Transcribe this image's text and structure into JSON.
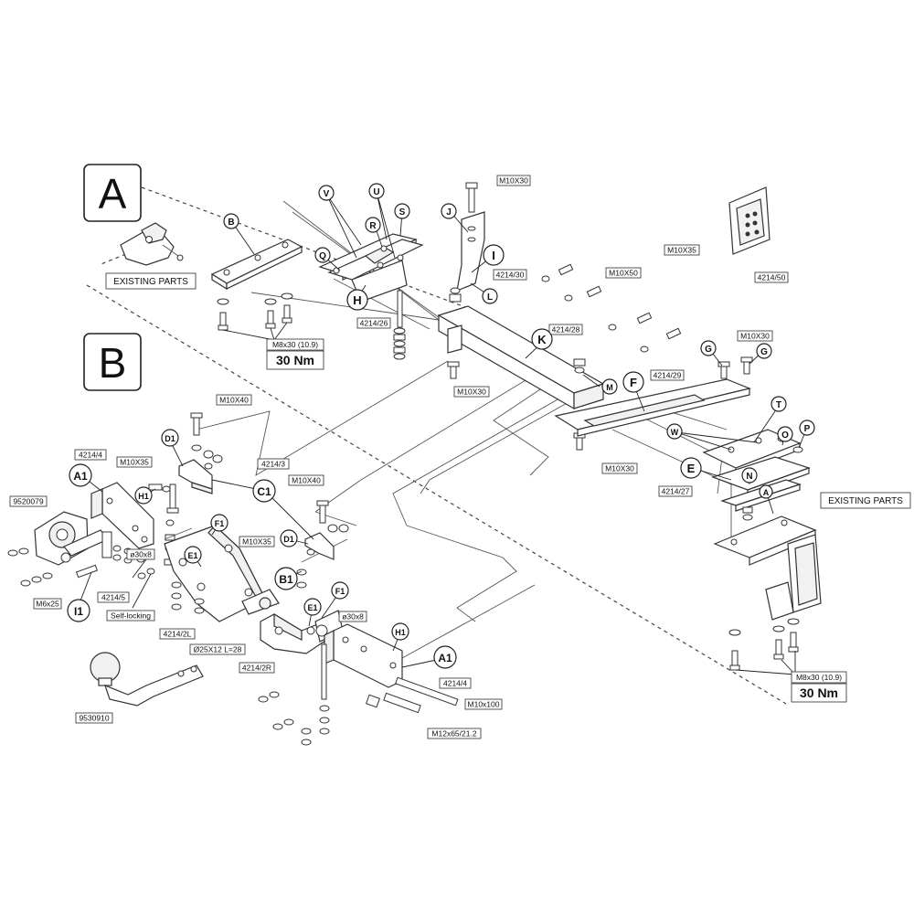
{
  "sections": {
    "a": "A",
    "b": "B"
  },
  "notes": {
    "existing_parts_left": "EXISTING PARTS",
    "existing_parts_right": "EXISTING PARTS",
    "self_locking": "Self-locking"
  },
  "torque": {
    "left_spec": "M8x30 (10.9)",
    "left_value": "30 Nm",
    "right_spec": "M8x30 (10.9)",
    "right_value": "30 Nm"
  },
  "part_numbers": {
    "m10x30_top": "M10X30",
    "p4214_30": "4214/30",
    "m10x35_top": "M10X35",
    "m10x50": "M10X50",
    "p4214_28": "4214/28",
    "p4214_26": "4214/26",
    "m10x30_mid": "M10X30",
    "p4214_29": "4214/29",
    "m10x30_right": "M10X30",
    "m10x30_bottom": "M10X30",
    "p4214_50": "4214/50",
    "m10x40_a": "M10X40",
    "p4214_4_a": "4214/4",
    "m10x35_b": "M10X35",
    "p4214_3": "4214/3",
    "m10x40_b": "M10X40",
    "p9520079": "9520079",
    "m10x35_c": "M10X35",
    "d30x8_a": "ø30x8",
    "m6x25": "M6x25",
    "p4214_5": "4214/5",
    "p4214_2l": "4214/2L",
    "d25x12": "Ø25X12 L=28",
    "p4214_2r": "4214/2R",
    "d30x8_b": "ø30x8",
    "p4214_4_b": "4214/4",
    "m10x100": "M10x100",
    "m12x65": "M12x65/21.2",
    "p9530910": "9530910",
    "p4214_27": "4214/27"
  },
  "callouts": {
    "b": "B",
    "v": "V",
    "u": "U",
    "r": "R",
    "s": "S",
    "q": "Q",
    "h": "H",
    "j": "J",
    "i": "I",
    "l": "L",
    "k": "K",
    "m": "M",
    "f": "F",
    "g1": "G",
    "g2": "G",
    "t": "T",
    "w": "W",
    "o": "O",
    "p": "P",
    "e": "E",
    "n": "N",
    "a": "A",
    "d1a": "D1",
    "a1a": "A1",
    "h1a": "H1",
    "c1": "C1",
    "f1a": "F1",
    "e1a": "E1",
    "i1": "I1",
    "d1b": "D1",
    "b1": "B1",
    "f1b": "F1",
    "e1b": "E1",
    "h1b": "H1",
    "a1b": "A1"
  }
}
